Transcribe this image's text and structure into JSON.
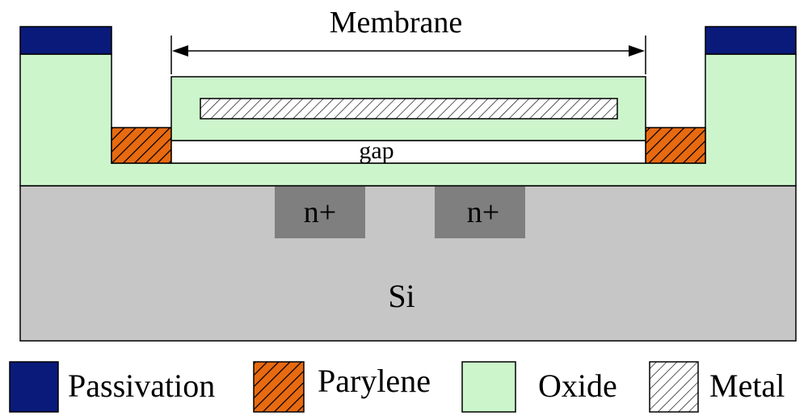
{
  "labels": {
    "membrane": "Membrane",
    "gap": "gap",
    "n_plus_left": "n+",
    "n_plus_right": "n+",
    "substrate": "Si"
  },
  "legend": [
    {
      "key": "passivation",
      "label": "Passivation",
      "color": "#0a1a7a",
      "pattern": "solid"
    },
    {
      "key": "parylene",
      "label": "Parylene",
      "color": "#e86a10",
      "pattern": "hatch"
    },
    {
      "key": "oxide",
      "label": "Oxide",
      "color": "#ccf5cc",
      "pattern": "solid"
    },
    {
      "key": "metal",
      "label": "Metal",
      "color": "#ffffff",
      "pattern": "hatch"
    }
  ],
  "colors": {
    "silicon": "#c6c6c6",
    "n_plus": "#7f7f7f",
    "oxide": "#ccf5cc",
    "passivation": "#0a1a7a",
    "parylene": "#e86a10",
    "gap": "#ffffff",
    "outline": "#000000"
  }
}
